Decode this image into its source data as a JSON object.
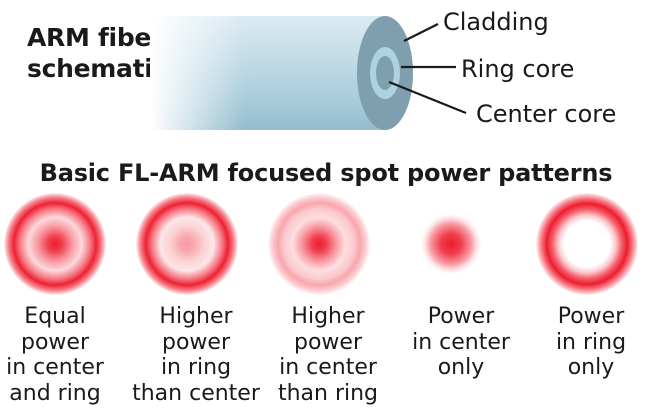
{
  "fiber_schematic": {
    "title_lines": [
      "ARM fiber",
      "schematic"
    ],
    "labels": {
      "cladding": "Cladding",
      "ring_core": "Ring core",
      "center_core": "Center core"
    },
    "colors": {
      "fiber_body": "#a9cede",
      "fiber_end_outer": "#7f9fae",
      "ring_core": "#a9cedc",
      "center_core": "#7f9fae"
    }
  },
  "patterns": {
    "title": "Basic FL-ARM focused spot power patterns",
    "spot_color": "#ee1c2e",
    "items": [
      {
        "caption_lines": [
          "Equal",
          "power",
          "in center",
          "and ring"
        ],
        "center_power": 1.0,
        "ring_power": 1.0
      },
      {
        "caption_lines": [
          "Higher",
          "power",
          "in ring",
          "than center"
        ],
        "center_power": 0.45,
        "ring_power": 1.0
      },
      {
        "caption_lines": [
          "Higher",
          "power",
          "in center",
          "than ring"
        ],
        "center_power": 1.0,
        "ring_power": 0.4
      },
      {
        "caption_lines": [
          "Power",
          "in center",
          "only"
        ],
        "center_power": 1.0,
        "ring_power": 0.0
      },
      {
        "caption_lines": [
          "Power",
          "in ring",
          "only"
        ],
        "center_power": 0.0,
        "ring_power": 1.0
      }
    ]
  }
}
